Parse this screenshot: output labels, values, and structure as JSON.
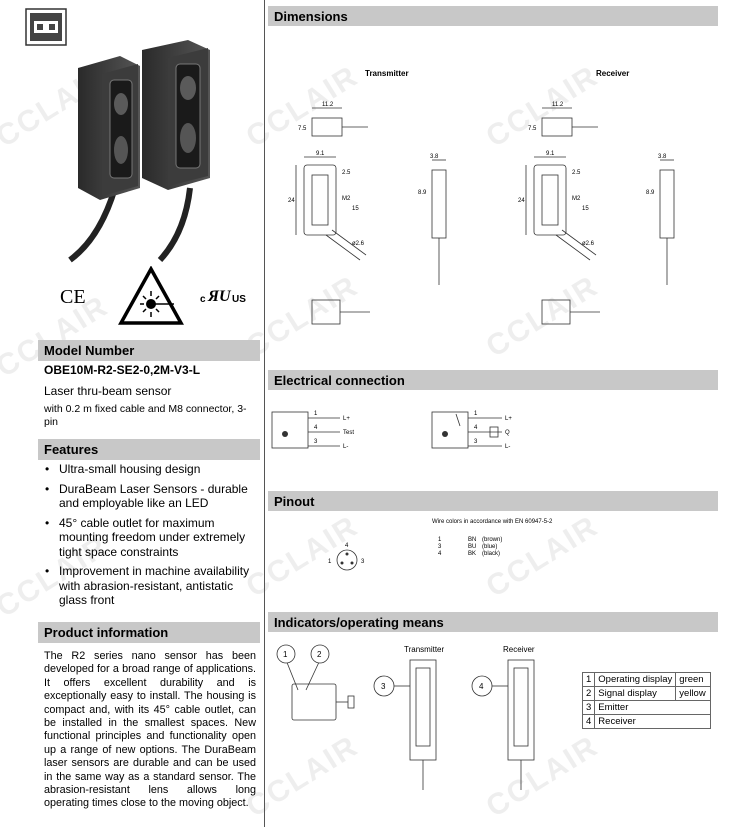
{
  "left": {
    "model_header": "Model Number",
    "model_number": "OBE10M-R2-SE2-0,2M-V3-L",
    "description": "Laser thru-beam sensor",
    "description_detail": "with 0.2 m fixed cable and M8 connector, 3-pin",
    "features_header": "Features",
    "features": [
      "Ultra-small housing design",
      "DuraBeam Laser Sensors - durable and employable like an LED",
      "45° cable outlet for maximum mounting freedom under extremely tight space constraints",
      "Improvement in machine availability with abrasion-resistant, antistatic glass front"
    ],
    "product_info_header": "Product information",
    "product_info_text": "The R2 series nano sensor has been developed for a broad range of applications. It offers excellent durability and is exceptionally easy to install. The housing is compact and, with its 45° cable outlet, can be installed in the smallest spaces. New functional principles and functionality open up a range of new options. The DuraBeam laser sensors are durable and can be used in the same way as a standard sensor. The abrasion-resistant lens allows long operating times close to the moving object.",
    "cert_ce": "CE",
    "cert_ul_c": "c",
    "cert_ul_us": "US"
  },
  "right": {
    "dimensions_header": "Dimensions",
    "transmitter_label": "Transmitter",
    "receiver_label": "Receiver",
    "dims": {
      "w1": "11.2",
      "h1": "7.5",
      "w2": "9.1",
      "w3": "3.8",
      "h2": "24",
      "h3": "8.9",
      "d1": "2.5",
      "d2": "M2",
      "d3": "15",
      "d4": "ø2.6"
    },
    "electrical_header": "Electrical connection",
    "tx_wires": [
      "1",
      "4",
      "3"
    ],
    "tx_signals": [
      "L+",
      "Test",
      "L-"
    ],
    "rx_wires": [
      "1",
      "4",
      "3"
    ],
    "rx_signals": [
      "L+",
      "Q",
      "L-"
    ],
    "pinout_header": "Pinout",
    "wire_note": "Wire colors in accordance with EN 60947-5-2",
    "pin_numbers": [
      "4",
      "1",
      "3"
    ],
    "wire_table": [
      {
        "pin": "1",
        "code": "BN",
        "color": "(brown)"
      },
      {
        "pin": "3",
        "code": "BU",
        "color": "(blue)"
      },
      {
        "pin": "4",
        "code": "BK",
        "color": "(black)"
      }
    ],
    "indicators_header": "Indicators/operating means",
    "ind_transmitter_label": "Transmitter",
    "ind_receiver_label": "Receiver",
    "callouts": [
      "1",
      "2",
      "3",
      "4"
    ],
    "indicator_table": [
      {
        "num": "1",
        "name": "Operating display",
        "color": "green"
      },
      {
        "num": "2",
        "name": "Signal display",
        "color": "yellow"
      },
      {
        "num": "3",
        "name": "Emitter",
        "color": ""
      },
      {
        "num": "4",
        "name": "Receiver",
        "color": ""
      }
    ]
  },
  "watermark": "CCLAIR"
}
